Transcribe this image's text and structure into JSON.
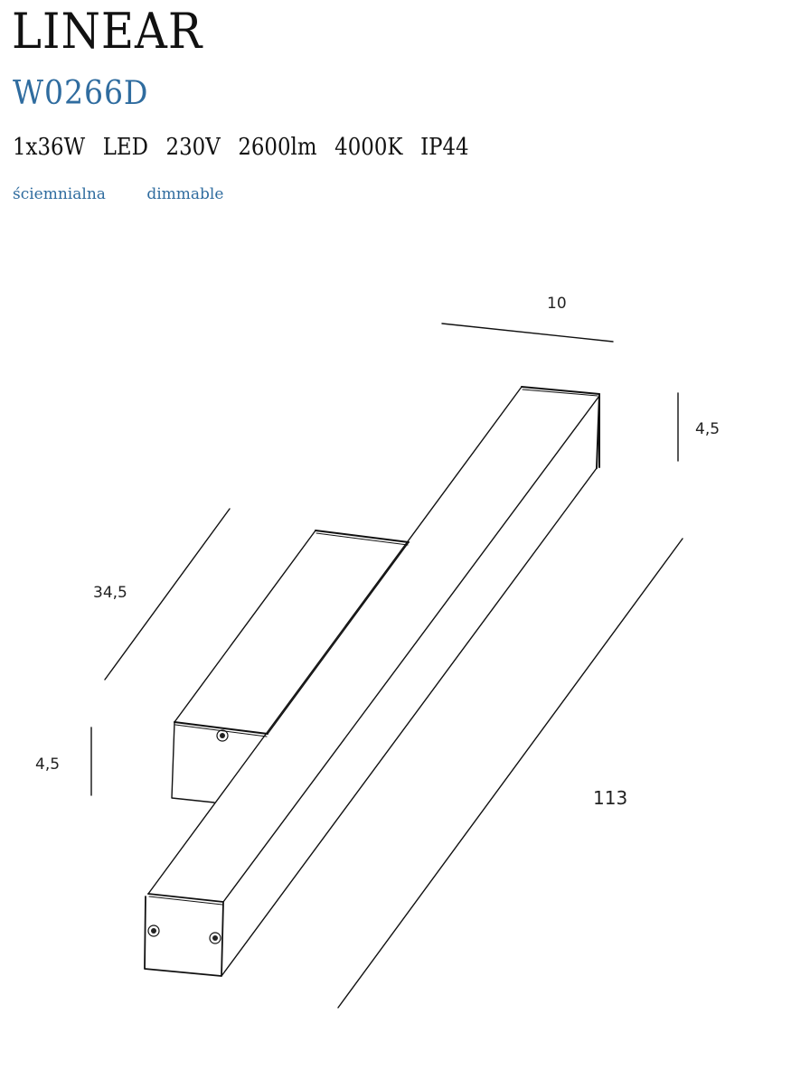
{
  "product": {
    "name": "LINEAR",
    "model": "W0266D",
    "specs": [
      "1x36W",
      "LED",
      "230V",
      "2600lm",
      "4000K",
      "IP44"
    ],
    "features": {
      "pl": "ściemnialna",
      "en": "dimmable"
    }
  },
  "colors": {
    "title": "#111111",
    "accent": "#2f6c9f",
    "line": "#111111"
  },
  "dimensions": {
    "unit_implied": "cm",
    "depth_top": "10",
    "height_right": "4,5",
    "arm_length": "34,5",
    "height_left": "4,5",
    "total_length": "113"
  }
}
